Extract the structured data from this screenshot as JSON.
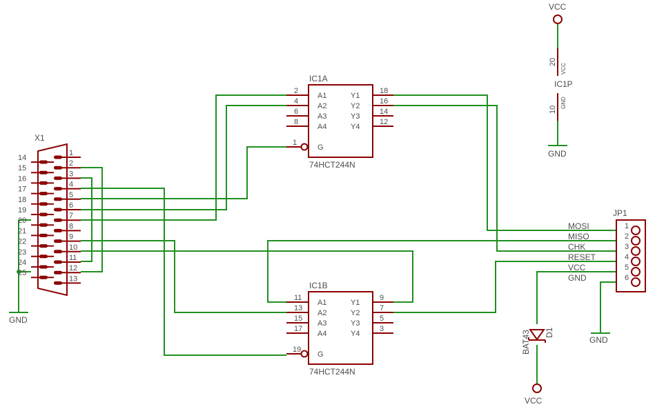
{
  "x1": {
    "name": "X1",
    "left_pins": [
      "14",
      "15",
      "16",
      "17",
      "18",
      "19",
      "20",
      "21",
      "22",
      "23",
      "24",
      "25"
    ],
    "right_pins": [
      "1",
      "2",
      "3",
      "4",
      "5",
      "6",
      "7",
      "8",
      "9",
      "10",
      "11",
      "12",
      "13"
    ]
  },
  "ic1a": {
    "name": "IC1A",
    "part": "74HCT244N",
    "inputs": [
      {
        "label": "A1",
        "pin": "2"
      },
      {
        "label": "A2",
        "pin": "4"
      },
      {
        "label": "A3",
        "pin": "6"
      },
      {
        "label": "A4",
        "pin": "8"
      }
    ],
    "outputs": [
      {
        "label": "Y1",
        "pin": "18"
      },
      {
        "label": "Y2",
        "pin": "16"
      },
      {
        "label": "Y3",
        "pin": "14"
      },
      {
        "label": "Y4",
        "pin": "12"
      }
    ],
    "enable": {
      "label": "G",
      "pin": "1"
    }
  },
  "ic1b": {
    "name": "IC1B",
    "part": "74HCT244N",
    "inputs": [
      {
        "label": "A1",
        "pin": "11"
      },
      {
        "label": "A2",
        "pin": "13"
      },
      {
        "label": "A3",
        "pin": "15"
      },
      {
        "label": "A4",
        "pin": "17"
      }
    ],
    "outputs": [
      {
        "label": "Y1",
        "pin": "9"
      },
      {
        "label": "Y2",
        "pin": "7"
      },
      {
        "label": "Y3",
        "pin": "5"
      },
      {
        "label": "Y4",
        "pin": "3"
      }
    ],
    "enable": {
      "label": "G",
      "pin": "19"
    }
  },
  "ic1p": {
    "name": "IC1P",
    "vcc_pin": "20",
    "vcc_label": "VCC",
    "gnd_pin": "10",
    "gnd_label": "GND"
  },
  "jp1": {
    "name": "JP1",
    "pins": [
      {
        "num": "1",
        "signal": "MOSI"
      },
      {
        "num": "2",
        "signal": "MISO"
      },
      {
        "num": "3",
        "signal": "CHK"
      },
      {
        "num": "4",
        "signal": "RESET"
      },
      {
        "num": "5",
        "signal": "VCC"
      },
      {
        "num": "6",
        "signal": "GND"
      }
    ]
  },
  "d1": {
    "name": "D1",
    "part": "BAT43"
  },
  "supplies": {
    "vcc_top": "VCC",
    "gnd_ic1p": "GND",
    "gnd_x1": "GND",
    "gnd_jp1": "GND",
    "vcc_diode": "VCC"
  }
}
